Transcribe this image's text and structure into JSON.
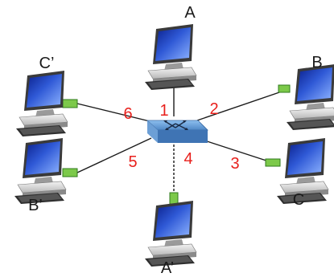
{
  "hosts": {
    "A": "A",
    "B": "B",
    "C": "C",
    "A_prime": "A’",
    "B_prime": "B’",
    "C_prime": "C’"
  },
  "ports": {
    "p1": "1",
    "p2": "2",
    "p3": "3",
    "p4": "4",
    "p5": "5",
    "p6": "6"
  },
  "colors": {
    "port_label": "#e8201c",
    "switch": "#5b8fc8",
    "adapter": "#7cc94a",
    "screen": "#1f3fb5"
  }
}
